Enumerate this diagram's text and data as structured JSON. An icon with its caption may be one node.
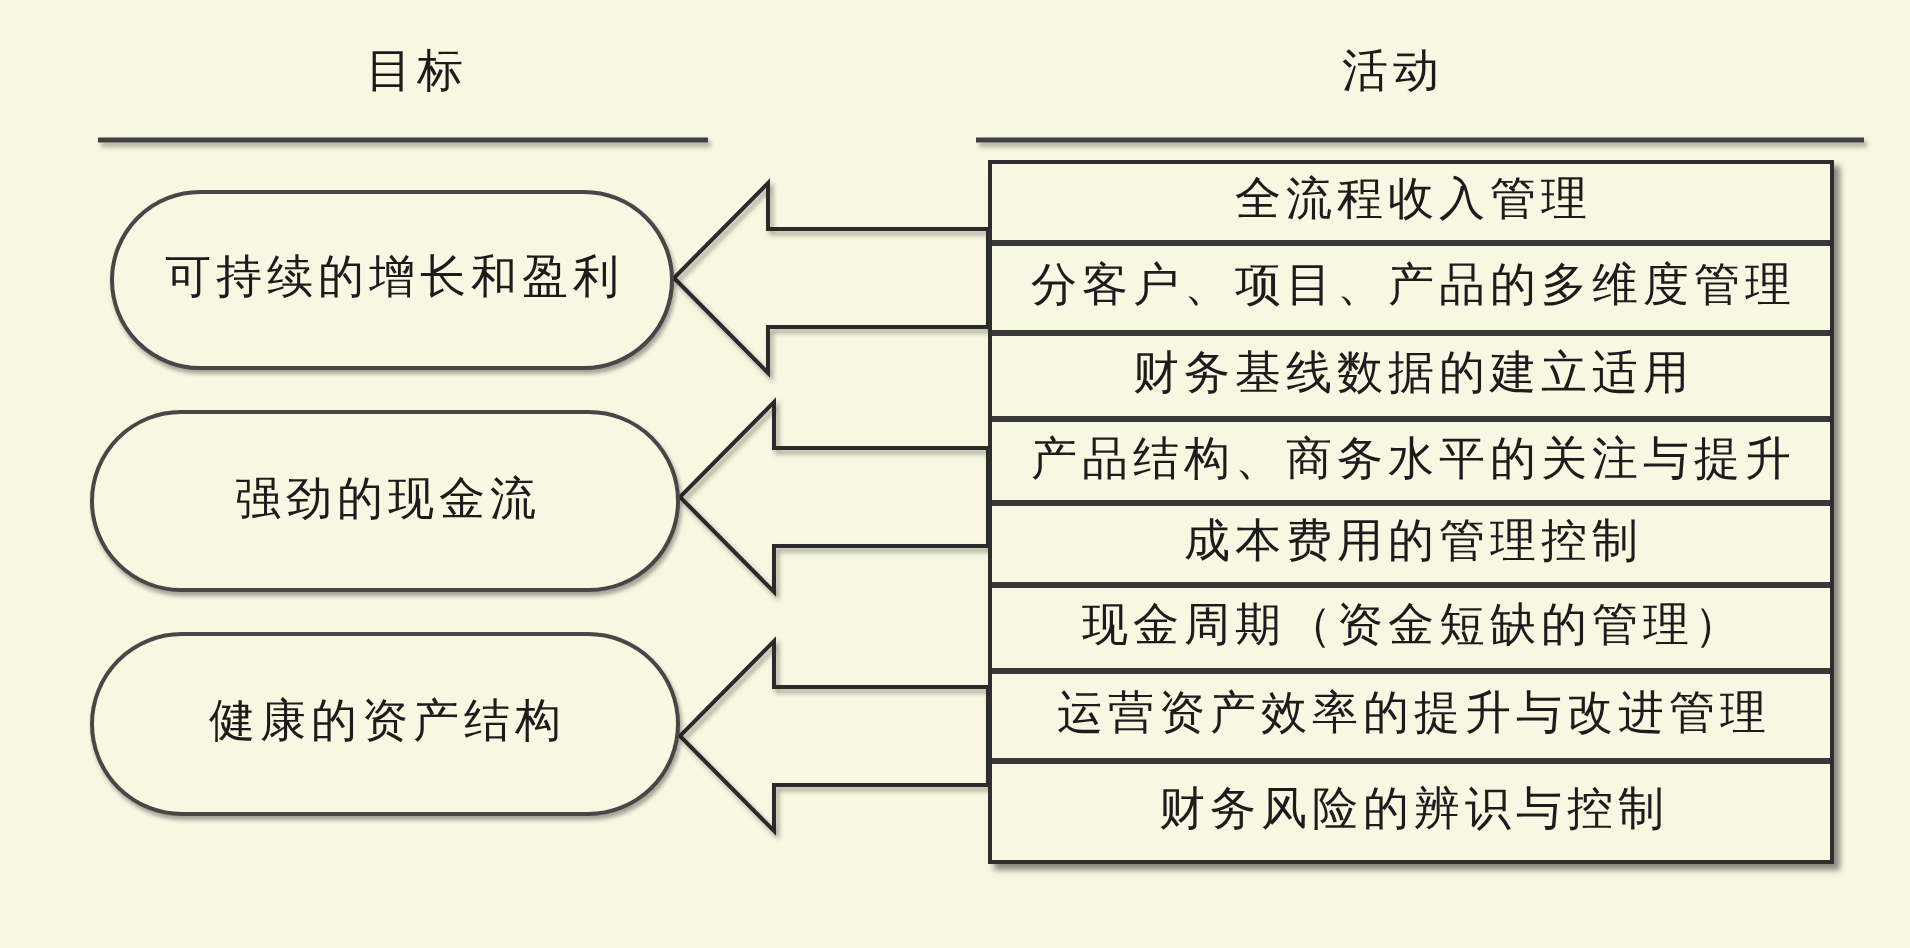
{
  "diagram": {
    "nodes": [
      {
        "text": [
          "可持续的增长和盈利"
        ]
      },
      {
        "text": [
          "强劲的现金流"
        ]
      },
      {
        "text": [
          "健康的资产结构"
        ]
      },
      {
        "text": [],
        "shape": "box"
      },
      {
        "text": [
          "全流程收入管理"
        ],
        "in": 3
      },
      {
        "text": [
          "分客户、项目、产品的多维度管理"
        ],
        "in": 3
      },
      {
        "text": [
          "财务基线数据的建立适用"
        ],
        "in": 3
      },
      {
        "text": [
          "产品结构、商务水平的关注与提升"
        ],
        "in": 3
      },
      {
        "text": [
          "成本费用的管理控制"
        ],
        "in": 3
      },
      {
        "text": [
          "现金周期（资金短缺的管理）"
        ],
        "in": 3
      },
      {
        "text": [
          "运营资产效率的提升与改进管理"
        ],
        "in": 3
      },
      {
        "text": [
          "财务风险的辨识与控制"
        ],
        "in": 3
      }
    ],
    "edges": [
      {
        "from": 3,
        "to": 0,
        "arrow": "to"
      },
      {
        "from": 3,
        "to": 1,
        "arrow": "to"
      },
      {
        "from": 3,
        "to": 2,
        "arrow": "to"
      }
    ],
    "labels": [
      "目标",
      "活动"
    ]
  }
}
